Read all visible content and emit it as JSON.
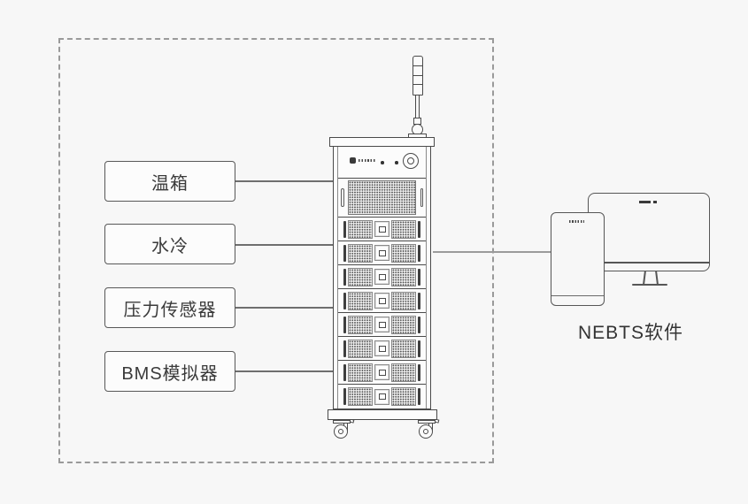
{
  "canvas": {
    "background": "#f7f7f7",
    "line_color": "#4a4a4a",
    "connector_color": "#999999",
    "text_color": "#333333"
  },
  "boundary": {
    "style": "dashed",
    "color": "#9a9a9a"
  },
  "components": [
    {
      "id": "temperature-chamber",
      "label": "温箱"
    },
    {
      "id": "water-cooling",
      "label": "水冷"
    },
    {
      "id": "pressure-sensor",
      "label": "压力传感器"
    },
    {
      "id": "bms-simulator",
      "label": "BMS模拟器"
    }
  ],
  "rack": {
    "module_count": 8,
    "front_panel": {
      "led_count": 2
    },
    "caster_count": 2,
    "tower_light_segments": 4
  },
  "computer": {
    "label": "NEBTS软件"
  }
}
